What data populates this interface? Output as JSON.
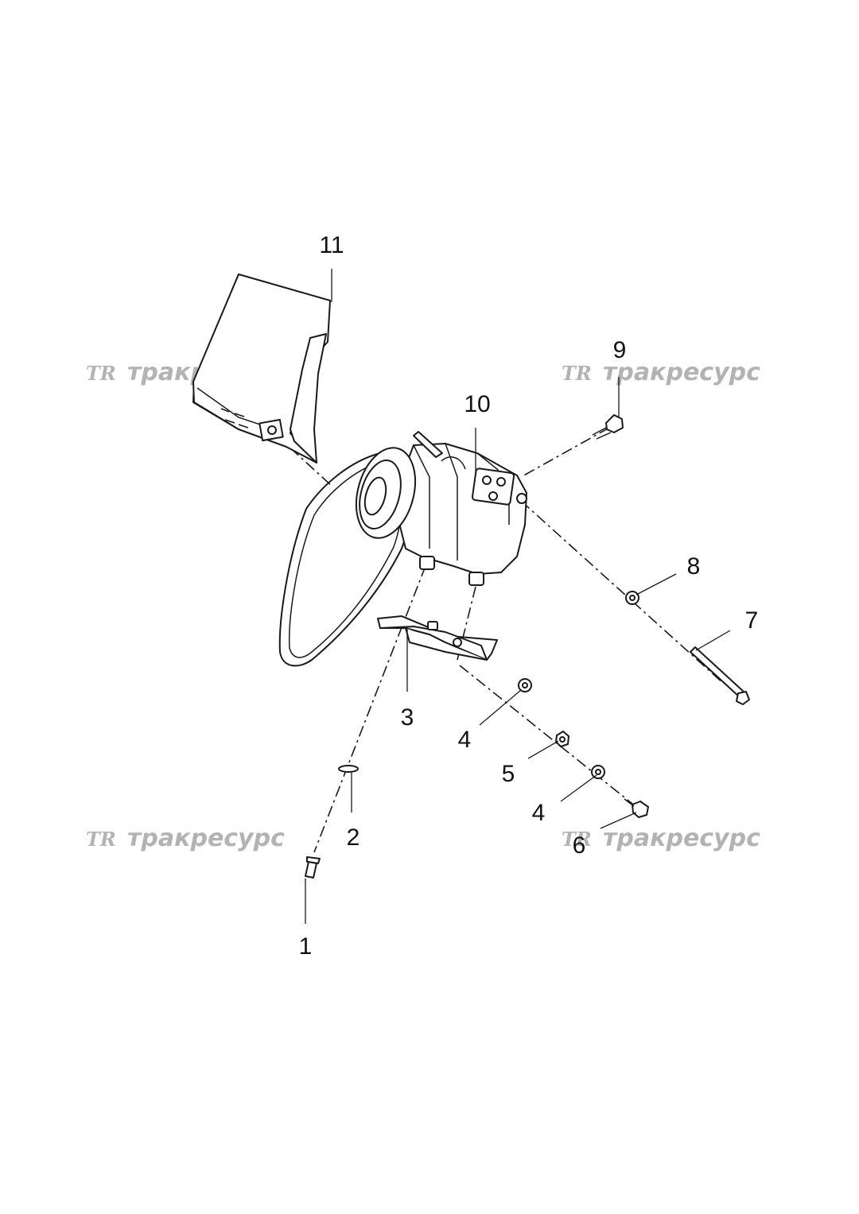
{
  "callouts": [
    "1",
    "2",
    "3",
    "4",
    "4",
    "5",
    "6",
    "7",
    "8",
    "9",
    "10",
    "11"
  ],
  "watermark": {
    "logo": "TR",
    "text": "тракресурс"
  },
  "colors": {
    "line": "#1a1a1a",
    "watermark": "#b3b3b3",
    "background": "#ffffff"
  }
}
